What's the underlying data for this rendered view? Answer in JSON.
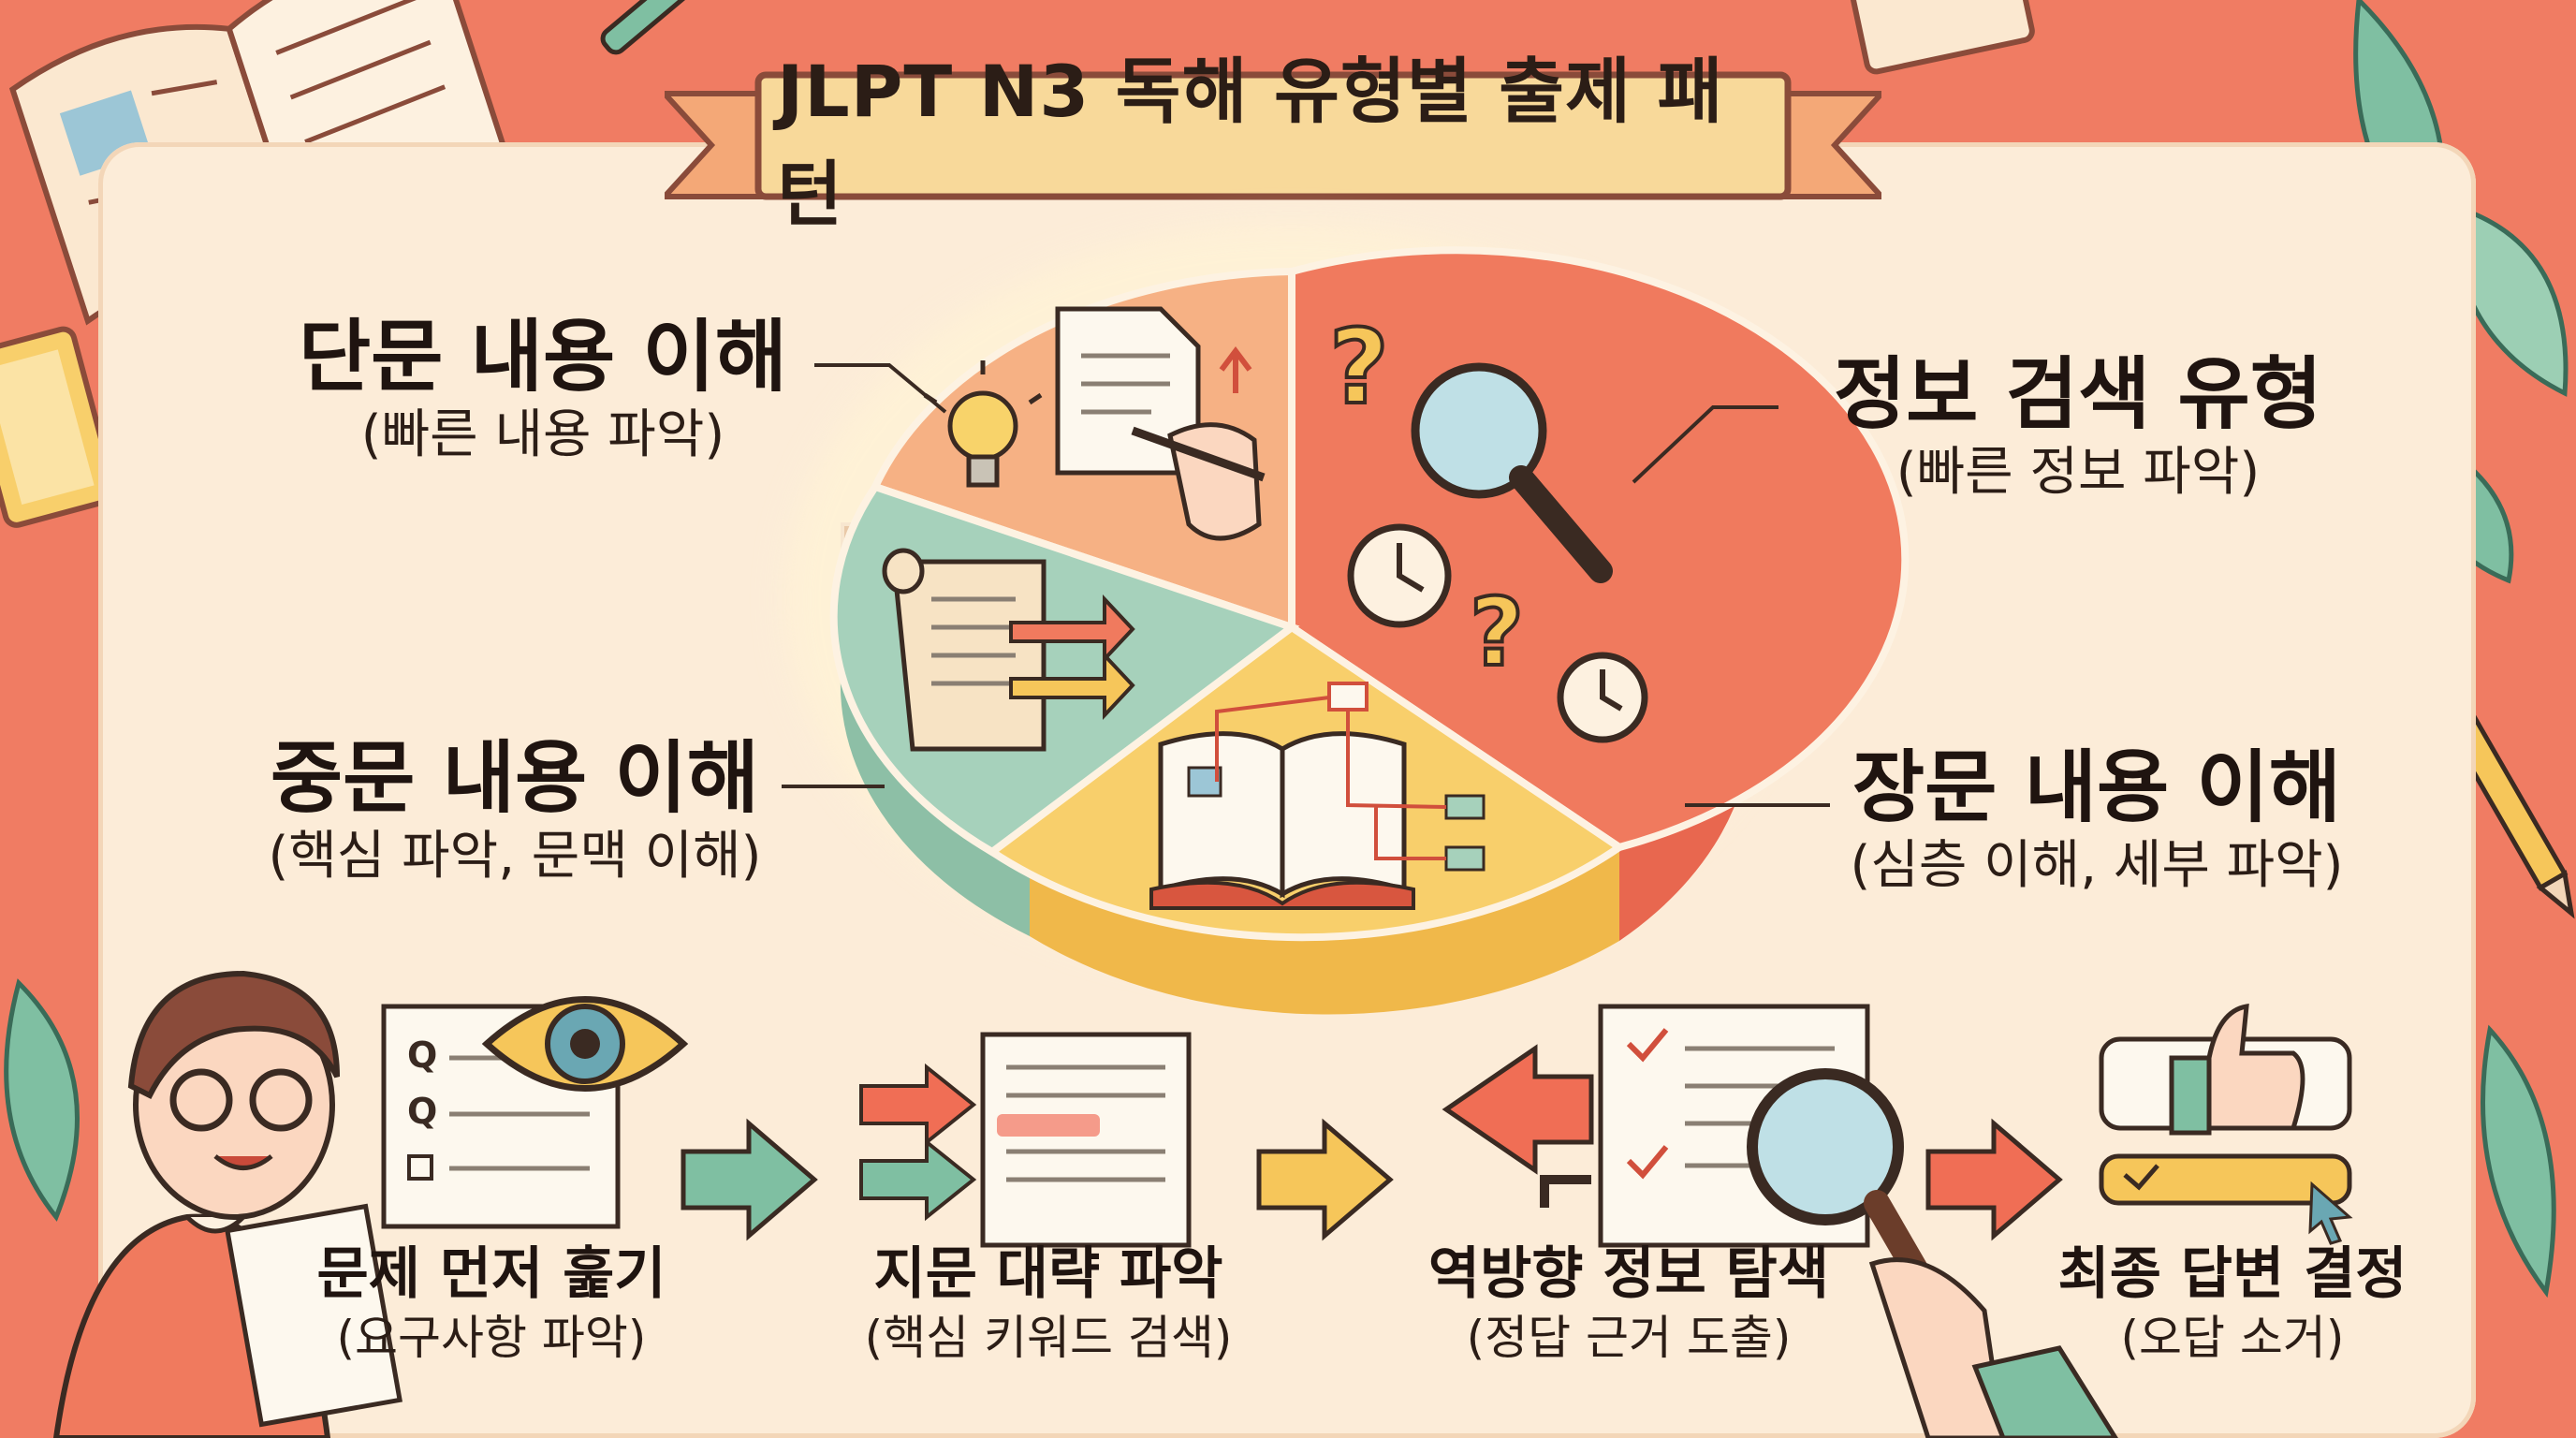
{
  "title": "JLPT N3 독해 유형별 출제 패턴",
  "segments": [
    {
      "title": "단문 내용 이해",
      "subtitle": "(빠른 내용 파악)",
      "color": "#f6b184",
      "icon": "lightbulb-and-writing-hand-icon"
    },
    {
      "title": "정보 검색 유형",
      "subtitle": "(빠른 정보 파악)",
      "color": "#f07a5e",
      "icon": "magnifier-clock-question-icon"
    },
    {
      "title": "장문 내용 이해",
      "subtitle": "(심층 이해, 세부 파악)",
      "color": "#f8cf6b",
      "icon": "open-book-diagram-icon"
    },
    {
      "title": "중문 내용 이해",
      "subtitle": "(핵심 파악, 문맥 이해)",
      "color": "#a6d1bb",
      "icon": "scroll-with-arrows-icon"
    }
  ],
  "steps": [
    {
      "title": "문제 먼저 훑기",
      "subtitle": "(요구사항 파악)",
      "icon": "eye-question-sheet-icon"
    },
    {
      "title": "지문 대략 파악",
      "subtitle": "(핵심 키워드 검색)",
      "icon": "document-keyword-icon"
    },
    {
      "title": "역방향 정보 탐색",
      "subtitle": "(정답 근거 도출)",
      "icon": "reverse-search-icon"
    },
    {
      "title": "최종 답변 결정",
      "subtitle": "(오답 소거)",
      "icon": "thumbs-up-select-icon"
    }
  ],
  "quiz_letters": [
    "Q",
    "Q"
  ],
  "colors": {
    "background": "#f07c63",
    "panel": "#fcecd8",
    "banner": "#f8d99a",
    "ink": "#1f1410",
    "arrow_green": "#7fbfa2",
    "arrow_yellow": "#f6c65a",
    "arrow_red": "#f06e55"
  }
}
